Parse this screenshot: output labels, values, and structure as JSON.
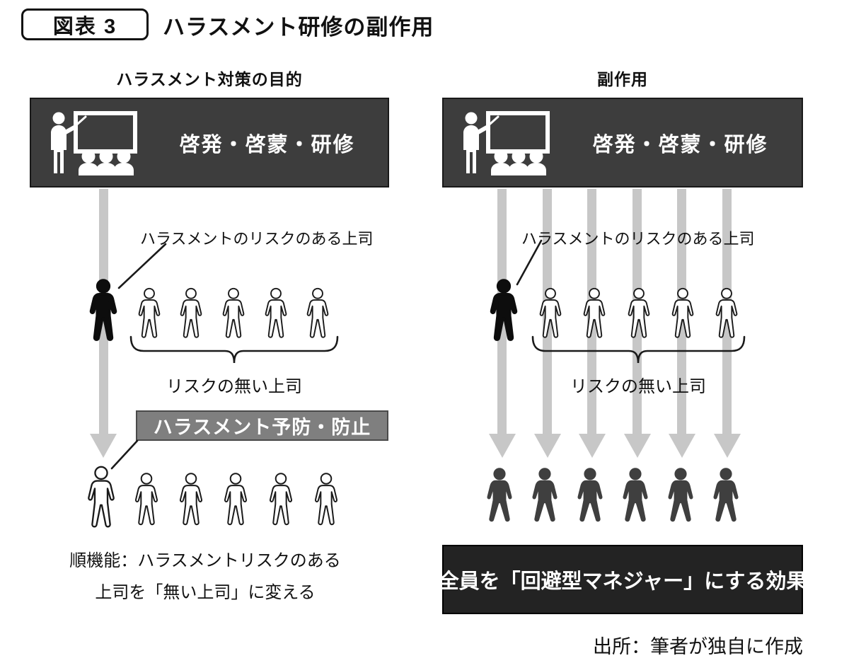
{
  "figure": {
    "badge": "図表 3",
    "title": "ハラスメント研修の副作用"
  },
  "left_panel": {
    "heading": "ハラスメント対策の目的",
    "training_box_label": "啓発・啓蒙・研修",
    "risk_boss_label": "ハラスメントのリスクのある上司",
    "no_risk_boss_label": "リスクの無い上司",
    "prevention_box_label": "ハラスメント予防・防止",
    "caption_line1": "順機能：ハラスメントリスクのある",
    "caption_line2": "上司を「無い上司」に変える",
    "top_row": {
      "risk_boss_count": 1,
      "no_risk_boss_count": 5
    },
    "bottom_row": {
      "boss_count": 6
    },
    "arrow_count": 1
  },
  "right_panel": {
    "heading": "副作用",
    "training_box_label": "啓発・啓蒙・研修",
    "risk_boss_label": "ハラスメントのリスクのある上司",
    "no_risk_boss_label": "リスクの無い上司",
    "effect_box_label": "全員を「回避型マネジャー」にする効果",
    "top_row": {
      "risk_boss_count": 1,
      "no_risk_boss_count": 5
    },
    "bottom_row": {
      "avoidant_manager_count": 6
    },
    "arrow_count": 6
  },
  "footer": {
    "source": "出所：筆者が独自に作成"
  },
  "icons": {
    "presenter": "teacher-with-blackboard-and-audience",
    "person_outline": "outlined-person-figure",
    "person_solid": "solid-person-figure",
    "down_arrow": "gray-down-arrow",
    "brace": "horizontal-curly-brace"
  },
  "colors": {
    "training_box_bg": "#3d3d3d",
    "prevention_box_bg": "#7f7f7f",
    "effect_box_bg": "#232323",
    "arrow": "#c7c7c7",
    "figure_black": "#0d0d0d",
    "figure_dark": "#3f3f3f",
    "text": "#111111",
    "background": "#ffffff"
  }
}
